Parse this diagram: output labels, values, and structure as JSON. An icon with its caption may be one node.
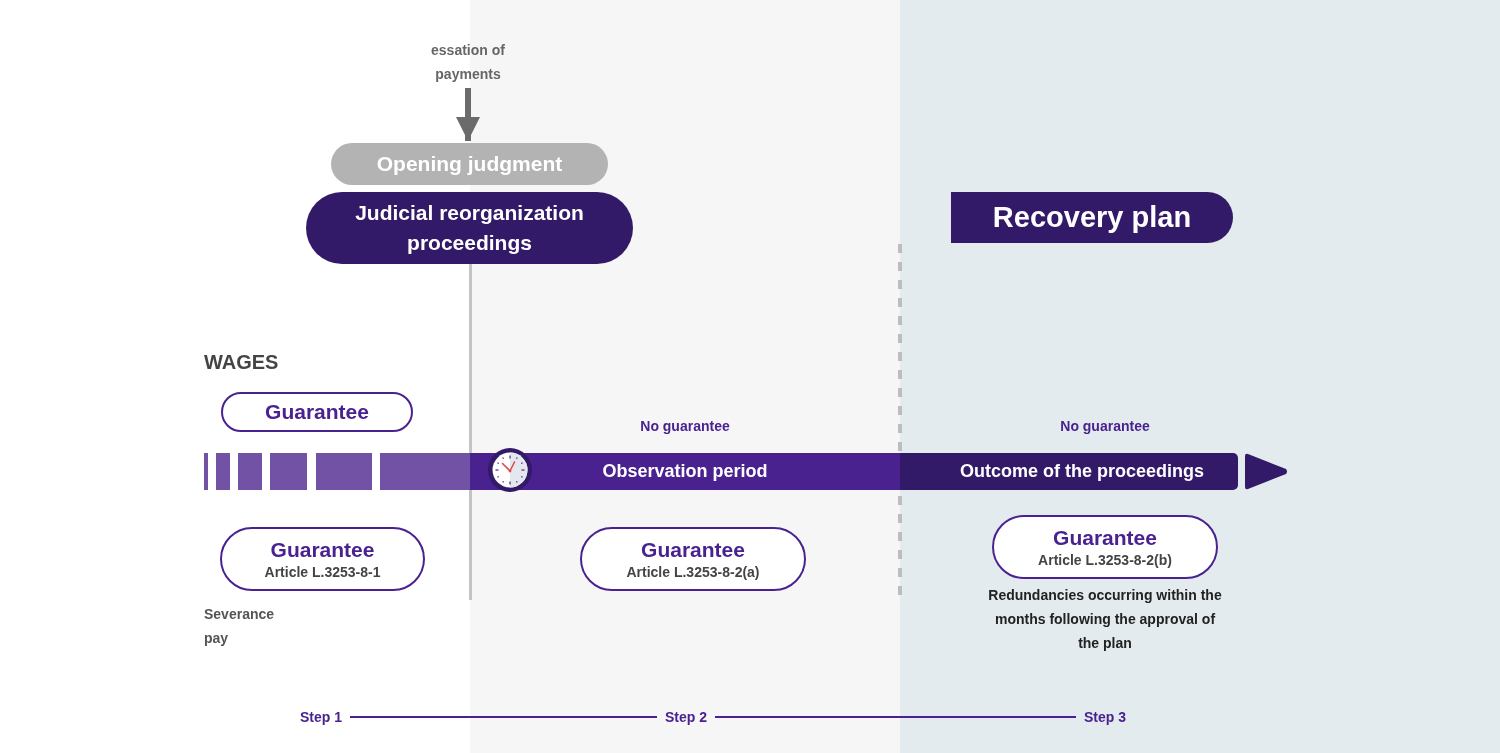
{
  "diagram": {
    "nodes": [
      {
        "text": [
          "essation of payments"
        ]
      },
      {
        "text": [
          "Opening judgment"
        ]
      },
      {
        "text": [
          "Judicial reorganization proceedings"
        ]
      },
      {
        "text": [
          "Recovery plan"
        ]
      },
      {
        "text": [
          "Guarantee"
        ]
      },
      {
        "text": [
          "Observation period"
        ]
      },
      {
        "text": [
          "Outcome of the proceedings"
        ]
      },
      {
        "text": [
          "Guarantee",
          "Article L.3253-8-1"
        ]
      },
      {
        "text": [
          "Guarantee",
          "Article L.3253-8-2(a)"
        ]
      },
      {
        "text": [
          "Guarantee",
          "Article L.3253-8-2(b)"
        ],
        "beside": [
          "Redundancies occurring within the months following the approval of the plan"
        ]
      },
      {
        "text": [
          "Step 1"
        ]
      },
      {
        "text": [
          "Step 2"
        ]
      },
      {
        "text": [
          "Step 3"
        ]
      }
    ],
    "edges": [
      {
        "from": 0,
        "to": 1,
        "arrow": "to",
        "style": "thick",
        "color": "#6b6b6b"
      },
      {
        "from": 10,
        "to": 11,
        "arrow": "none"
      },
      {
        "from": 11,
        "to": 12,
        "arrow": "none"
      }
    ],
    "labels": [
      "WAGES",
      "No guarantee",
      "No guarantee",
      "Severance pay"
    ]
  }
}
